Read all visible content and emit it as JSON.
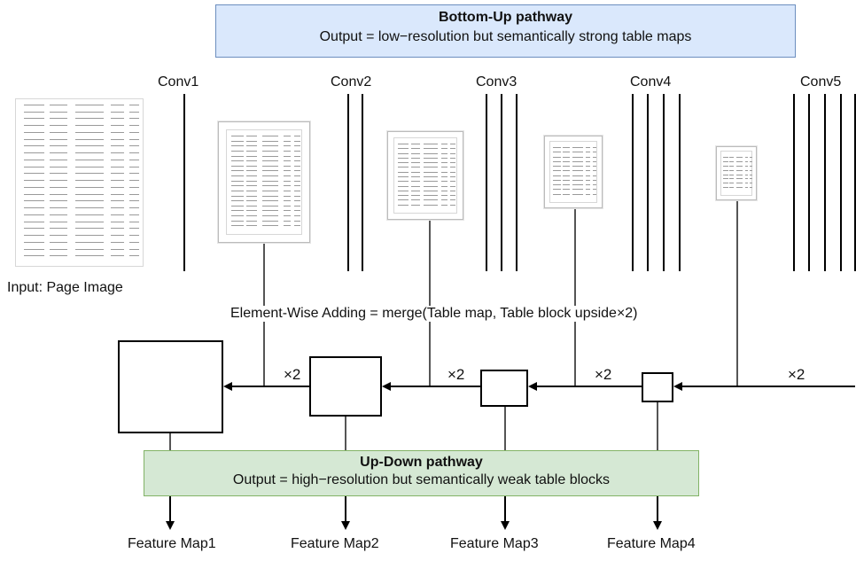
{
  "bottom_up": {
    "title": "Bottom-Up pathway",
    "subtitle": "Output = low−resolution but semantically strong table maps"
  },
  "up_down": {
    "title": "Up-Down pathway",
    "subtitle": "Output = high−resolution but semantically weak table blocks"
  },
  "conv_labels": [
    "Conv1",
    "Conv2",
    "Conv3",
    "Conv4",
    "Conv5"
  ],
  "input_label": "Input: Page Image",
  "merge_label": "Element-Wise Adding = merge(Table map, Table block upside×2)",
  "upsample_labels": [
    "×2",
    "×2",
    "×2",
    "×2"
  ],
  "feature_maps": [
    "Feature Map1",
    "Feature Map2",
    "Feature Map3",
    "Feature Map4"
  ],
  "colors": {
    "bottom_up_fill": "#dae8fc",
    "bottom_up_border": "#6c8ebf",
    "up_down_fill": "#d5e8d4",
    "up_down_border": "#82b366",
    "line": "#000000",
    "connector": "#555555"
  }
}
